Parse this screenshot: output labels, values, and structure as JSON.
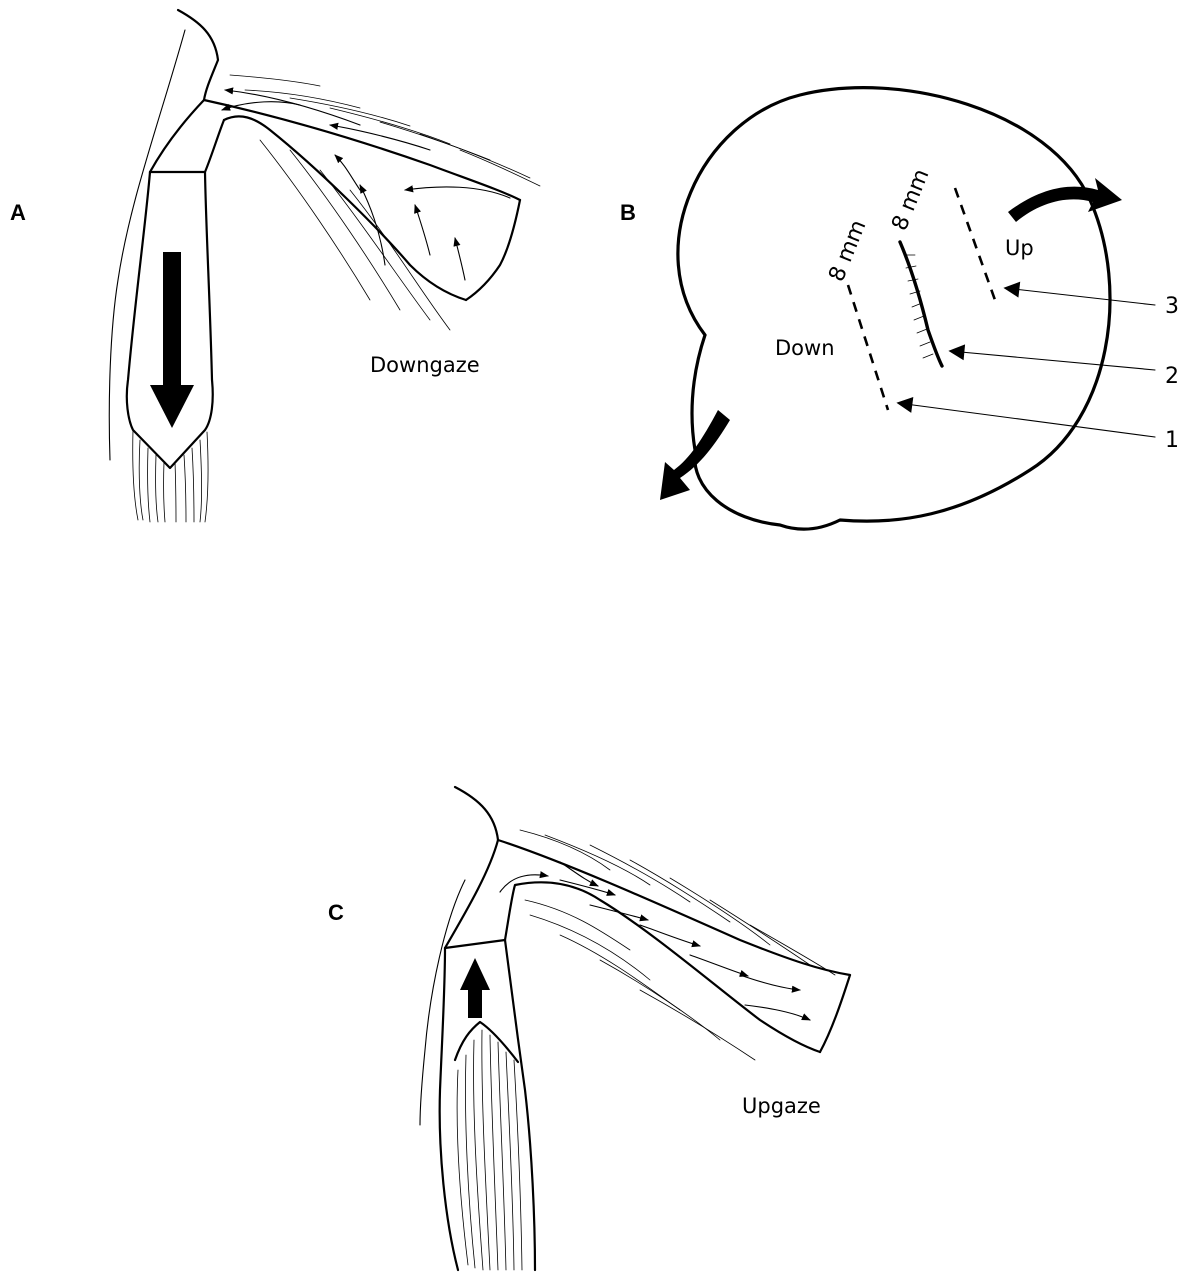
{
  "panels": {
    "a": {
      "letter": "A",
      "caption": "Downgaze"
    },
    "b": {
      "letter": "B",
      "measure_left": "8 mm",
      "measure_right": "8 mm",
      "label_down": "Down",
      "label_up": "Up",
      "callouts": [
        "3",
        "2",
        "1"
      ]
    },
    "c": {
      "letter": "C",
      "caption": "Upgaze"
    }
  }
}
